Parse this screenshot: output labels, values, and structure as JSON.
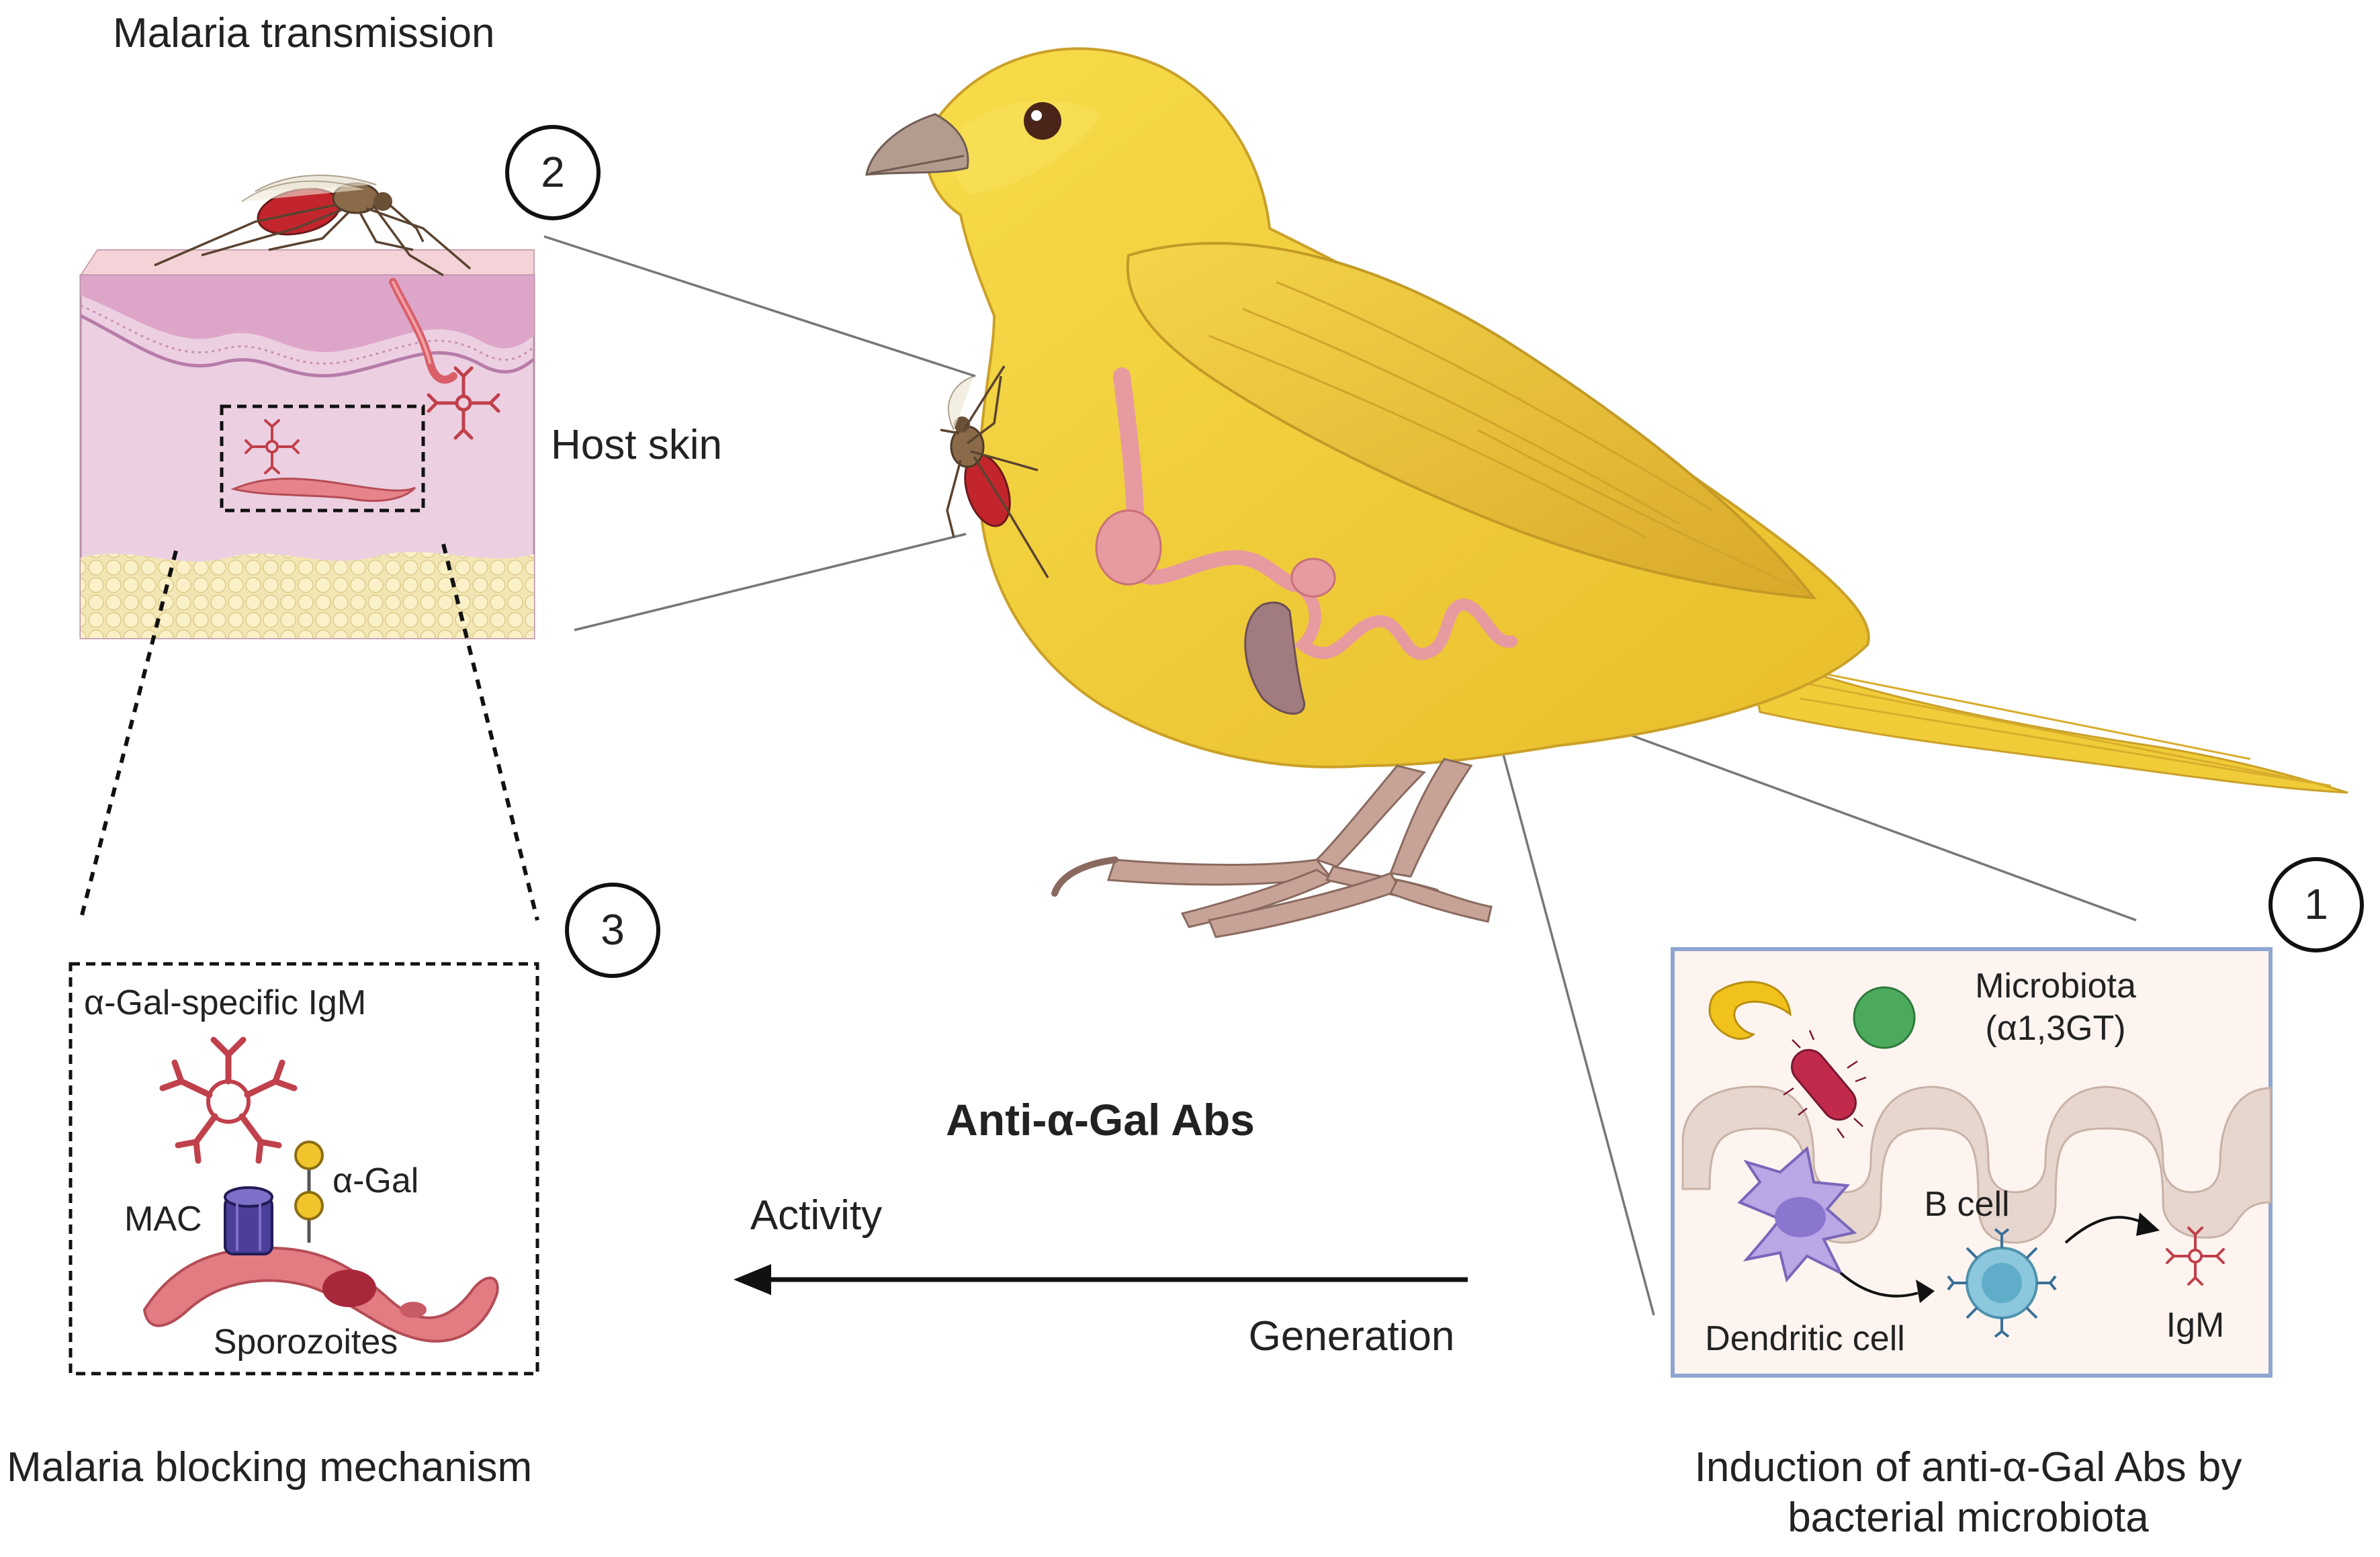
{
  "sections": {
    "malaria_transmission": "Malaria transmission",
    "host_skin": "Host skin",
    "malaria_blocking": "Malaria blocking mechanism",
    "induction_line1": "Induction of anti-α-Gal Abs by",
    "induction_line2": "bacterial microbiota"
  },
  "steps": {
    "one": "1",
    "two": "2",
    "three": "3"
  },
  "center": {
    "title": "Anti-α-Gal Abs",
    "activity": "Activity",
    "generation": "Generation"
  },
  "mechanism": {
    "igm_label": "α-Gal-specific IgM",
    "agal_label": "α-Gal",
    "mac_label": "MAC",
    "sporozoites_label": "Sporozoites"
  },
  "microbiota_box": {
    "microbiota_line1": "Microbiota",
    "microbiota_line2": "(α1,3GT)",
    "bcell": "B cell",
    "dendritic": "Dendritic cell",
    "igm": "IgM"
  },
  "colors": {
    "bird_yellow": "#f3d23f",
    "bird_shadow": "#e0b62a",
    "gut_pink": "#e79aa0",
    "skin_pink": "#eac5d8",
    "fat_cream": "#f4e8b7",
    "antibody_red": "#c0404b",
    "box_border": "#8ea6cf",
    "box_fill": "#fdf4f0",
    "mac_purple": "#4b3f99",
    "dendritic_purple": "#b9a7e6",
    "bcell_blue": "#8cc7dd"
  }
}
